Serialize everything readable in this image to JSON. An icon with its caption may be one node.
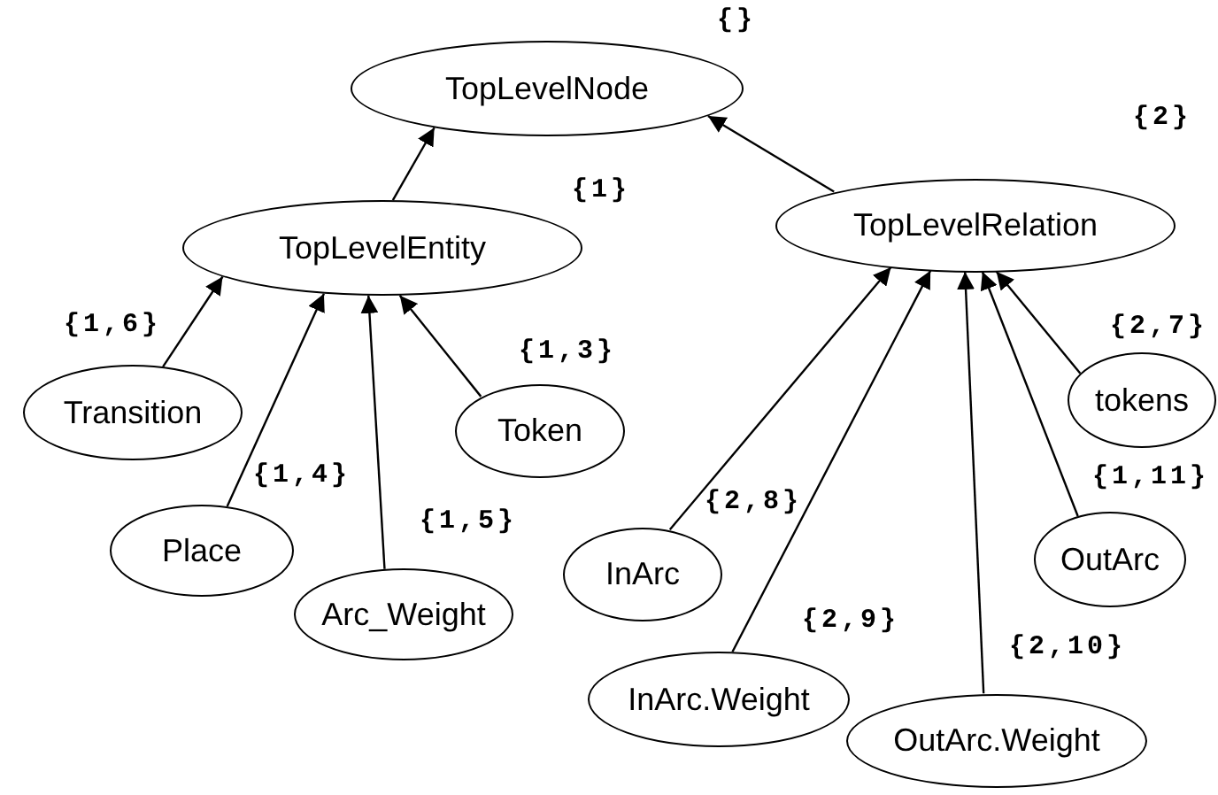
{
  "diagram": {
    "nodes": [
      {
        "text": [
          "TopLevelNode"
        ],
        "beside": [
          "{}"
        ]
      },
      {
        "text": [
          "TopLevelEntity"
        ],
        "beside": [
          "{1}"
        ]
      },
      {
        "text": [
          "TopLevelRelation"
        ],
        "beside": [
          "{2}"
        ]
      },
      {
        "text": [
          "Transition"
        ],
        "beside": [
          "{1,6}"
        ]
      },
      {
        "text": [
          "Token"
        ],
        "beside": [
          "{1,3}"
        ]
      },
      {
        "text": [
          "tokens"
        ],
        "beside": [
          "{2,7}"
        ]
      },
      {
        "text": [
          "Place"
        ],
        "beside": [
          "{1,4}"
        ]
      },
      {
        "text": [
          "InArc"
        ],
        "beside": [
          "{2,8}"
        ]
      },
      {
        "text": [
          "OutArc"
        ],
        "beside": [
          "{1,11}"
        ]
      },
      {
        "text": [
          "Arc_Weight"
        ],
        "beside": [
          "{1,5}"
        ]
      },
      {
        "text": [
          "InArc.Weight"
        ],
        "beside": [
          "{2,9}"
        ]
      },
      {
        "text": [
          "OutArc.Weight"
        ],
        "beside": [
          "{2,10}"
        ]
      }
    ],
    "edges": [
      {
        "from": 1,
        "to": 0,
        "arrow": "to"
      },
      {
        "from": 2,
        "to": 0,
        "arrow": "to"
      },
      {
        "from": 3,
        "to": 1,
        "arrow": "to"
      },
      {
        "from": 4,
        "to": 1,
        "arrow": "to"
      },
      {
        "from": 6,
        "to": 1,
        "arrow": "to"
      },
      {
        "from": 9,
        "to": 1,
        "arrow": "to"
      },
      {
        "from": 5,
        "to": 2,
        "arrow": "to"
      },
      {
        "from": 7,
        "to": 2,
        "arrow": "to"
      },
      {
        "from": 8,
        "to": 2,
        "arrow": "to"
      },
      {
        "from": 10,
        "to": 2,
        "arrow": "to"
      },
      {
        "from": 11,
        "to": 2,
        "arrow": "to"
      }
    ]
  }
}
